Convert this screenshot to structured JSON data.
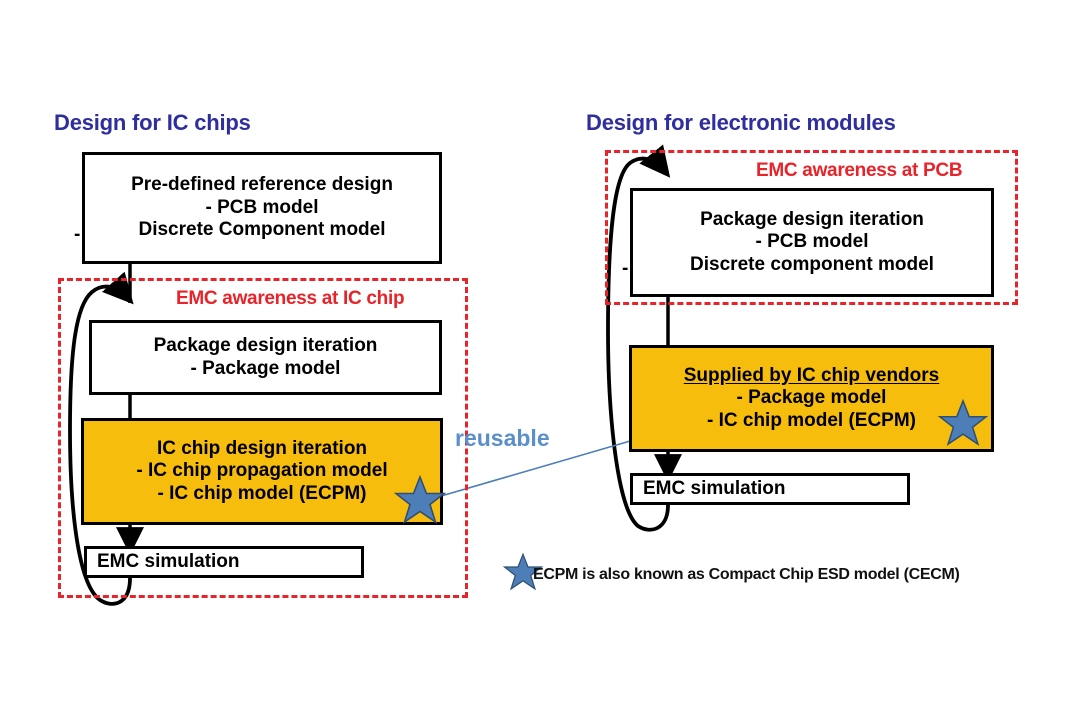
{
  "figure": {
    "background_color": "#FFFFFF",
    "accent_blue": "#2E2E9E",
    "accent_red": "#E8232A",
    "accent_orange": "#F6BD0D",
    "star_color": "#4D7EB8",
    "reusable_color": "#5B8FC9"
  },
  "left_panel": {
    "title": "Design for IC chips",
    "zone_label": "EMC awareness at IC chip",
    "nodes": {
      "reference_design": {
        "lines": [
          "Pre-defined reference design",
          "-     PCB model",
          "Discrete Component model"
        ],
        "leading_dash": "-",
        "fill": "white"
      },
      "package_design": {
        "lines": [
          "Package design iteration",
          "-     Package model"
        ],
        "fill": "white"
      },
      "ic_chip_design": {
        "lines": [
          "IC chip design iteration",
          "-     IC chip propagation model",
          "-     IC chip model (ECPM)"
        ],
        "fill": "orange",
        "has_star": true
      },
      "emc_simulation": {
        "lines": [
          "EMC simulation"
        ],
        "fill": "white"
      }
    }
  },
  "right_panel": {
    "title": "Design for electronic modules",
    "zone_label": "EMC awareness at PCB",
    "nodes": {
      "package_design": {
        "lines": [
          "Package design iteration",
          "-     PCB model",
          "Discrete component model"
        ],
        "leading_dash": "-",
        "fill": "white"
      },
      "supplied_by_vendors": {
        "lines": [
          "Supplied by IC chip vendors",
          "-     Package model",
          "-   IC chip model (ECPM)"
        ],
        "underline_first": true,
        "fill": "orange",
        "has_star": true
      },
      "emc_simulation": {
        "lines": [
          "EMC simulation"
        ],
        "fill": "white"
      }
    }
  },
  "connector": {
    "reusable_label": "reusable"
  },
  "legend": {
    "star_icon": "star-icon",
    "text": "ECPM is also known as Compact Chip ESD model (CECM)"
  }
}
